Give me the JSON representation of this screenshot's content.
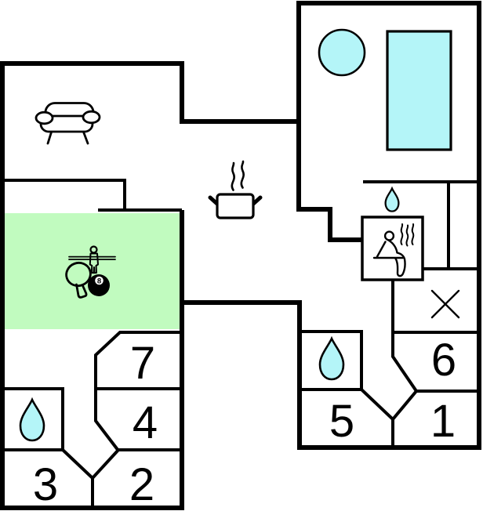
{
  "plan": {
    "type": "vacation-house-floor-plan",
    "rooms": {
      "room1": {
        "label": "1"
      },
      "room2": {
        "label": "2"
      },
      "room3": {
        "label": "3"
      },
      "room4": {
        "label": "4"
      },
      "room5": {
        "label": "5"
      },
      "room6": {
        "label": "6"
      },
      "room7": {
        "label": "7"
      }
    },
    "icons": {
      "eight_ball_label": "8",
      "names": [
        "sofa-icon",
        "cooking-pot-icon",
        "steam-icon",
        "hot-tub-icon",
        "pool-icon",
        "water-drop-icon",
        "sauna-icon",
        "x-marker-icon",
        "table-tennis-paddle-icon",
        "eight-ball-icon",
        "foosball-player-icon"
      ]
    }
  },
  "colors": {
    "wall": "#000000",
    "background": "#ffffff",
    "highlight_green": "#c1fbbf",
    "water_cyan": "#b4f5f8",
    "steam_gray": "#8f8f8f"
  }
}
